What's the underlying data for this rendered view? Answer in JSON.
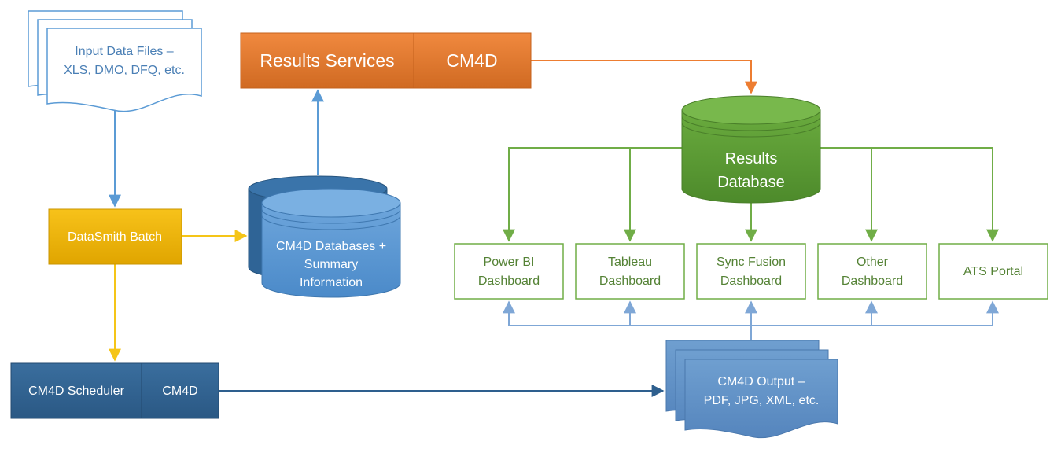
{
  "colors": {
    "blue_line": "#5b9bd5",
    "light_blue_text": "#4a7fb5",
    "gold": "#f0b400",
    "gold_text": "#ffffff",
    "dark_blue": "#2e5f8e",
    "orange": "#e07a32",
    "green": "#70ad47",
    "green_dark": "#4e8a2e",
    "green_text": "#548235",
    "mid_blue": "#6f9fd0"
  },
  "input_files": {
    "line1": "Input Data Files –",
    "line2": "XLS, DMO, DFQ, etc."
  },
  "results_services": {
    "label": "Results Services",
    "cm4d": "CM4D"
  },
  "datasmith": {
    "label": "DataSmith Batch"
  },
  "cm4d_databases": {
    "line1": "CM4D Databases +",
    "line2": "Summary",
    "line3": "Information"
  },
  "results_database": {
    "line1": "Results",
    "line2": "Database"
  },
  "dashboards": [
    {
      "line1": "Power BI",
      "line2": "Dashboard"
    },
    {
      "line1": "Tableau",
      "line2": "Dashboard"
    },
    {
      "line1": "Sync Fusion",
      "line2": "Dashboard"
    },
    {
      "line1": "Other",
      "line2": "Dashboard"
    },
    {
      "line1": "ATS Portal",
      "line2": ""
    }
  ],
  "scheduler": {
    "label": "CM4D Scheduler",
    "cm4d": "CM4D"
  },
  "output_files": {
    "line1": "CM4D Output –",
    "line2": "PDF, JPG, XML, etc."
  }
}
